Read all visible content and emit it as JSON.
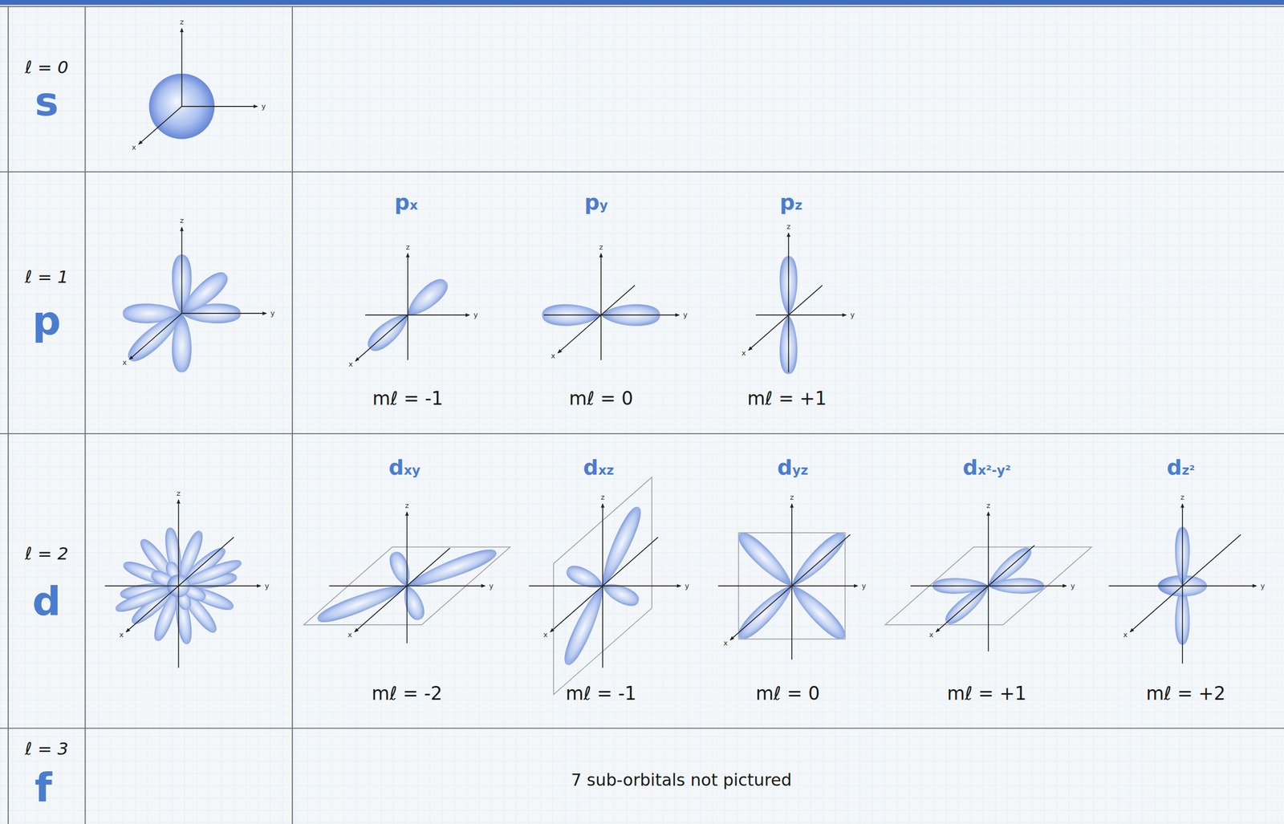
{
  "diagram": {
    "labels": [
      "ℓ = 0",
      "s",
      "z",
      "y",
      "x",
      "ℓ = 1",
      "p",
      "z",
      "y",
      "x",
      "px",
      "py",
      "pz",
      "z",
      "y",
      "x",
      "z",
      "y",
      "x",
      "z",
      "y",
      "x",
      "mℓ = -1",
      "mℓ = 0",
      "mℓ = +1",
      "ℓ = 2",
      "d",
      "z",
      "y",
      "x",
      "dxy",
      "dxz",
      "dyz",
      "dx²-y²",
      "dz²",
      "z",
      "y",
      "x",
      "z",
      "y",
      "x",
      "z",
      "y",
      "x",
      "z",
      "y",
      "x",
      "z",
      "y",
      "x",
      "mℓ = -2",
      "mℓ = -1",
      "mℓ = 0",
      "mℓ = +1",
      "mℓ = +2",
      "ℓ = 3",
      "f",
      "7 sub-orbitals not pictured"
    ]
  }
}
